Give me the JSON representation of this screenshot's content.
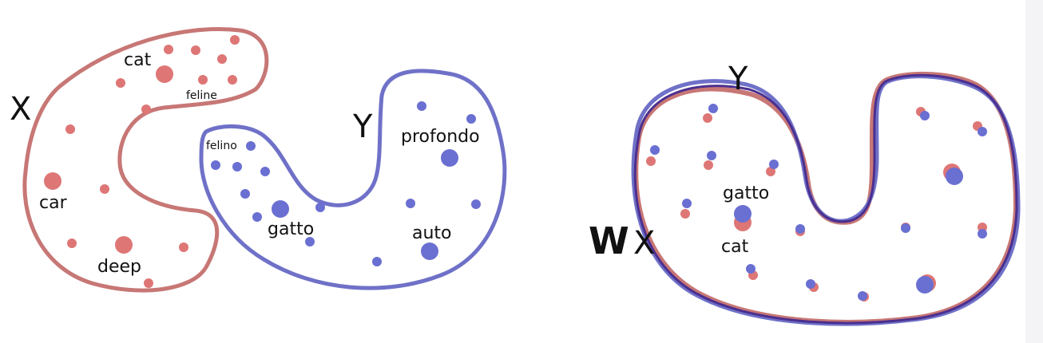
{
  "colors": {
    "x_space": "#c77775",
    "x_point": "#de7676",
    "y_space": "#6f71c8",
    "y_point": "#6a6fd2",
    "aligned_outline": "#4b2f8f",
    "overlap_point": "#6a3a8a"
  },
  "left_panel": {
    "x_label": "X",
    "y_label": "Y",
    "x_words": {
      "cat": "cat",
      "feline": "feline",
      "car": "car",
      "deep": "deep"
    },
    "y_words": {
      "felino": "felino",
      "profondo": "profondo",
      "gatto": "gatto",
      "auto": "auto"
    }
  },
  "right_panel": {
    "mapping_bold": "W",
    "mapping_label": "X",
    "y_label": "Y",
    "words": {
      "gatto": "gatto",
      "cat": "cat"
    }
  }
}
